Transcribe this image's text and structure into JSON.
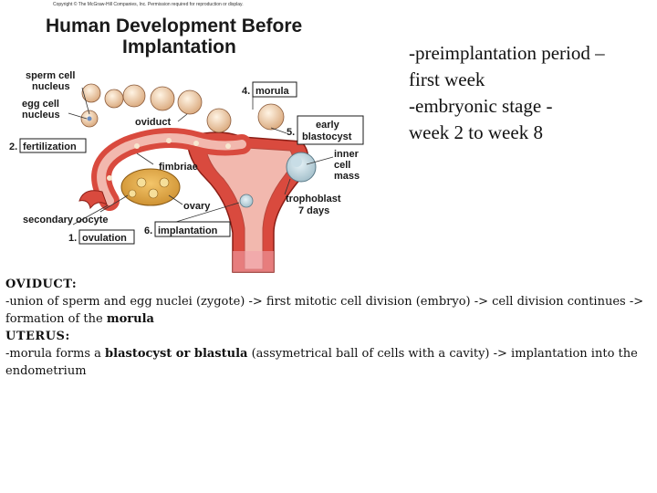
{
  "figure": {
    "copyright": "Copyright © The McGraw-Hill Companies, Inc. Permission required for reproduction or display.",
    "title_line1": "Human Development Before",
    "title_line2": "Implantation",
    "labels": {
      "sperm_cell_nucleus_1": "sperm cell",
      "sperm_cell_nucleus_2": "nucleus",
      "egg_cell_nucleus_1": "egg cell",
      "egg_cell_nucleus_2": "nucleus",
      "oviduct": "oviduct",
      "fimbriae": "fimbriae",
      "ovary": "ovary",
      "secondary_oocyte": "secondary oocyte",
      "inner_cell_mass_1": "inner",
      "inner_cell_mass_2": "cell",
      "inner_cell_mass_3": "mass",
      "trophoblast": "trophoblast",
      "seven_days": "7 days"
    },
    "stages": [
      {
        "num": "1.",
        "label": "ovulation"
      },
      {
        "num": "2.",
        "label": "fertilization"
      },
      {
        "num": "4.",
        "label": "morula"
      },
      {
        "num": "5.",
        "label_line1": "early",
        "label_line2": "blastocyst"
      },
      {
        "num": "6.",
        "label": "implantation"
      }
    ]
  },
  "side_text": {
    "line1": "-preimplantation period –",
    "line2": "first week",
    "line3": "-embryonic stage -",
    "line4": "week 2 to week 8"
  },
  "notes": {
    "oviduct_heading": "OVIDUCT:",
    "oviduct_text_1": "-union of sperm and egg nuclei (zygote) -> first mitotic cell division (embryo) -> cell division continues -> formation of the ",
    "oviduct_bold": "morula",
    "uterus_heading": "UTERUS:",
    "uterus_text_1": "-morula forms a ",
    "uterus_bold": "blastocyst or blastula",
    "uterus_text_2": " (assymetrical ball of cells with a cavity) -> implantation into the endometrium"
  }
}
